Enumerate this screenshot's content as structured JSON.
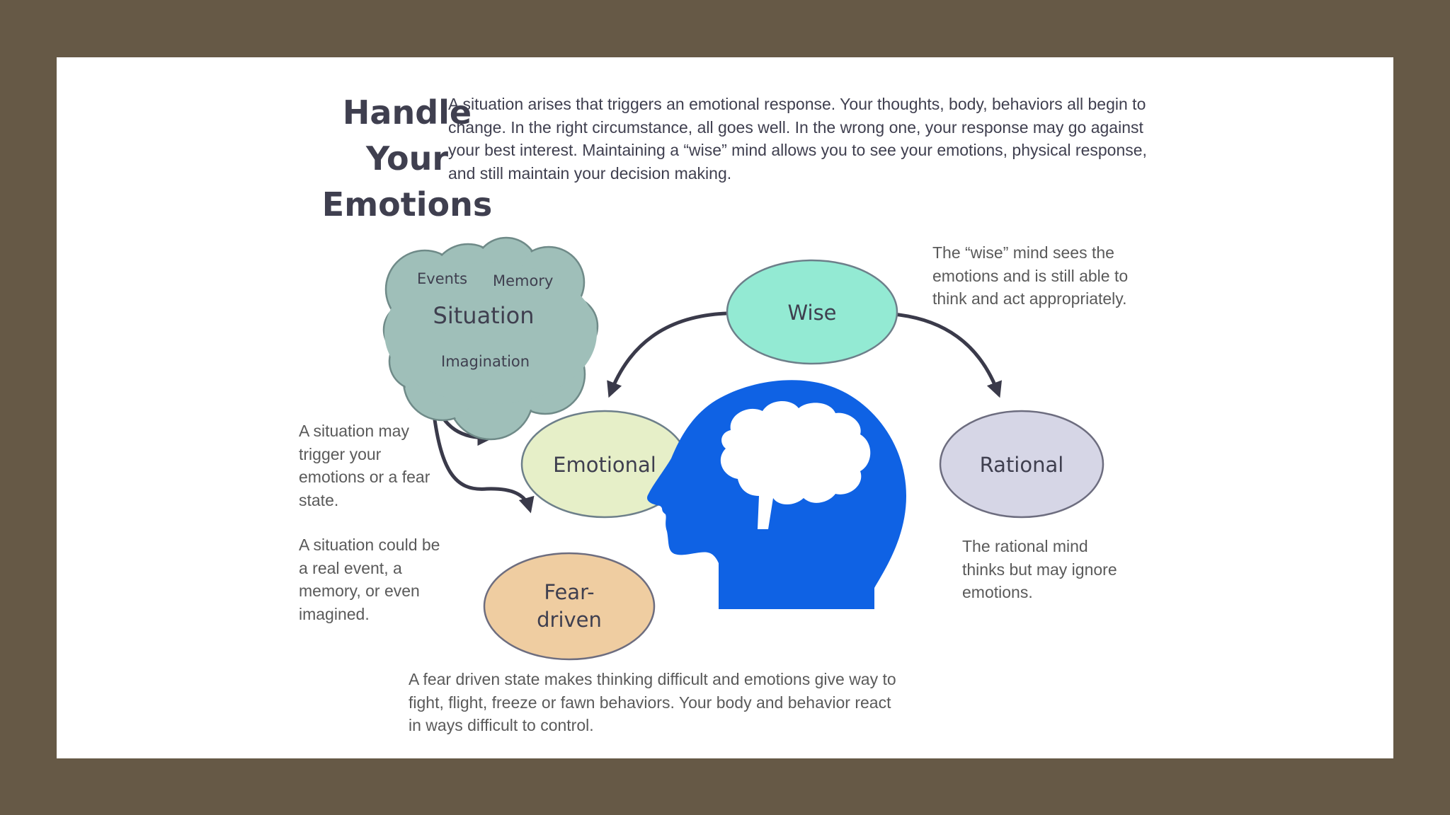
{
  "title_lines": [
    "Handle",
    "Your",
    "Emotions"
  ],
  "intro": "A situation arises that triggers an emotional response. Your thoughts, body, behaviors all begin to change. In the right circumstance, all goes well. In the wrong one, your response may go against your best interest. Maintaining a “wise” mind allows you to see your emotions, physical response, and still maintain your decision making.",
  "nodes": {
    "situation": {
      "label": "Situation",
      "color": "#9fbfb9"
    },
    "events": {
      "label": "Events"
    },
    "memory": {
      "label": "Memory"
    },
    "imagination": {
      "label": "Imagination"
    },
    "wise": {
      "label": "Wise",
      "color": "#93ead3"
    },
    "emotional": {
      "label": "Emotional",
      "color": "#e6efc8"
    },
    "rational": {
      "label": "Rational",
      "color": "#d6d6e6"
    },
    "fear_line1": {
      "label": "Fear-"
    },
    "fear_line2": {
      "label": "driven"
    },
    "fear_color": "#efcda1"
  },
  "notes": {
    "wise": "The “wise” mind sees the emotions and is still able  to think and act appropriately.",
    "situation_trigger": "A situation may trigger your emotions or a fear state.",
    "situation_kind": "A situation could be a real event, a memory, or even imagined.",
    "rational": "The rational mind thinks but may ignore emotions.",
    "fear": "A fear driven state makes thinking difficult and  emotions give way to fight, flight, freeze or fawn behaviors. Your body and behavior react in ways difficult to control."
  },
  "head_icon": {
    "name": "head-brain-icon",
    "color": "#0f62e4"
  }
}
